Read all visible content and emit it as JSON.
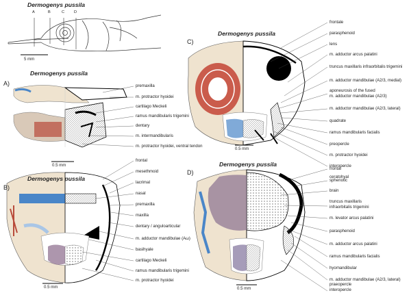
{
  "species": "Dermogenys pussila",
  "overview": {
    "section_marks": [
      "A",
      "B",
      "C",
      "D"
    ],
    "scale": "5 mm"
  },
  "panel_A": {
    "letter": "A)",
    "scale": "0.5 mm",
    "labels": [
      "premaxilla",
      "m. protractor hyoidei",
      "cartilago Meckeli",
      "ramus mandibularis trigemini",
      "dentary",
      "m. intermandibularis",
      "m. protractor hyoidei, ventral tendon"
    ]
  },
  "panel_B": {
    "letter": "B)",
    "scale": "0.5 mm",
    "labels": [
      "frontal",
      "mesethmoid",
      "lacrimal",
      "nasal",
      "premaxilla",
      "maxilla",
      "dentary / anguloarticular",
      "m. adductor mandibulae (Aω)",
      "basihyale",
      "cartilago Meckeli",
      "ramus mandibularis trigemini",
      "m. protractor hyoidei"
    ]
  },
  "panel_C": {
    "letter": "C)",
    "scale": "0.5 mm",
    "labels": [
      "frontale",
      "parasphenoid",
      "lens",
      "m. adductor arcus palatini",
      "truncus maxillaris infraorbitalis trigemini",
      "m. adductor mandibulae (A2/3, medial)",
      "aponeurosis of the fused",
      "m. adductor mandibulae (A2/3)",
      "m. adductor mandibulae (A2/3, lateral)",
      "quadrate",
      "ramus mandibularis facialis",
      "preopercle",
      "m. protractor hyoidei",
      "interopercle",
      "ceratohyal"
    ]
  },
  "panel_D": {
    "letter": "D)",
    "scale": "0.5 mm",
    "labels": [
      "frontal",
      "sphenotic",
      "brain",
      "truncus maxillaris",
      "infraorbitalis trigemini",
      "m. levator arcus palatini",
      "parasphenoid",
      "m. adductor arcus palatini",
      "ramus mandibularis facialis",
      "hyomandibular",
      "m. adductor mandibulae (A2/3, lateral)",
      "praeopercle",
      "interopercle"
    ]
  },
  "colors": {
    "bone_blue": "#4a86c8",
    "muscle_red": "#b84a3a",
    "tissue_cream": "#efe3cf",
    "ink": "#000000"
  }
}
